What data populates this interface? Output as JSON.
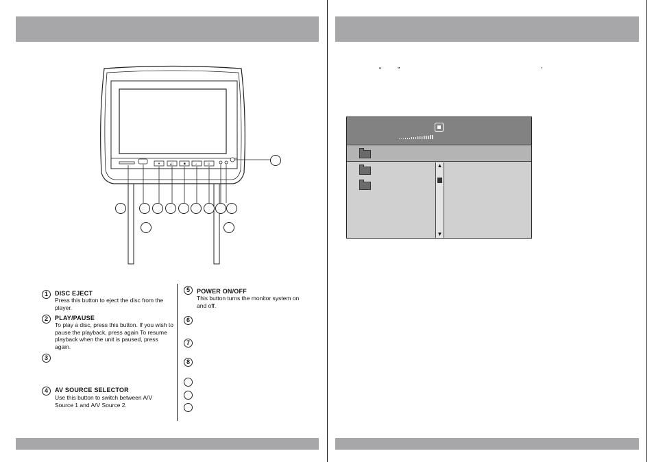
{
  "legend": {
    "items": [
      {
        "num": "1",
        "title": "DISC EJECT",
        "body": "Press this button to eject the disc from the player."
      },
      {
        "num": "2",
        "title": "PLAY/PAUSE",
        "body": "To play a disc, press this button. If you wish to pause the playback, press again To resume playback when the unit is paused, press again."
      },
      {
        "num": "3",
        "title": "",
        "body": ""
      },
      {
        "num": "4",
        "title": "AV  SOURCE SELECTOR",
        "body": "Use this button to switch between A/V Source 1 and A/V Source 2."
      },
      {
        "num": "5",
        "title": "POWER ON/OFF",
        "body": "This button turns the monitor system on and off."
      },
      {
        "num": "6",
        "title": "",
        "body": ""
      },
      {
        "num": "7",
        "title": "",
        "body": ""
      },
      {
        "num": "8",
        "title": "",
        "body": ""
      },
      {
        "num": "",
        "title": "",
        "body": ""
      },
      {
        "num": "",
        "title": "",
        "body": ""
      },
      {
        "num": "",
        "title": "",
        "body": ""
      }
    ]
  },
  "right_page": {
    "quote_open": "“",
    "quote_close": "”",
    "apostrophe": "’"
  },
  "osd": {
    "scroll_up": "▲",
    "scroll_down": "▼"
  },
  "colors": {
    "header_bar": "#a7a6a9",
    "osd_top": "#828282",
    "osd_path": "#b4b4b4",
    "osd_body": "#d0d0d0"
  }
}
